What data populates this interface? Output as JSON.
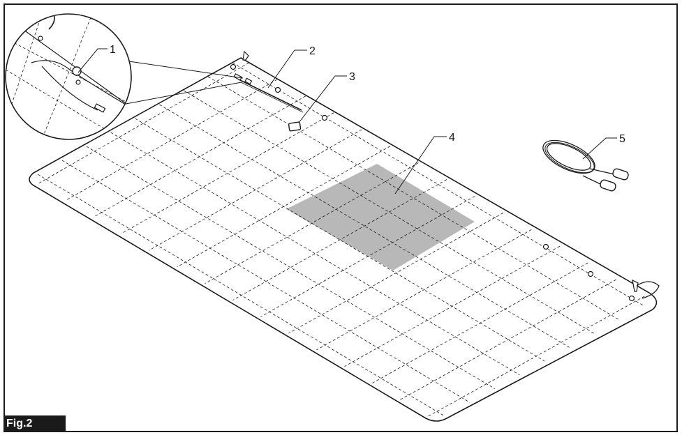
{
  "figure": {
    "label": "Fig.2",
    "callouts": [
      {
        "number": "1",
        "part": "connector-detail"
      },
      {
        "number": "2",
        "part": "cable-strip"
      },
      {
        "number": "3",
        "part": "square-tab"
      },
      {
        "number": "4",
        "part": "shaded-area"
      },
      {
        "number": "5",
        "part": "coiled-cable"
      }
    ]
  },
  "colors": {
    "line": "#1a1a1a",
    "shade": "#b8b8b8",
    "label_bg": "#1a1a1a",
    "label_fg": "#ffffff"
  }
}
